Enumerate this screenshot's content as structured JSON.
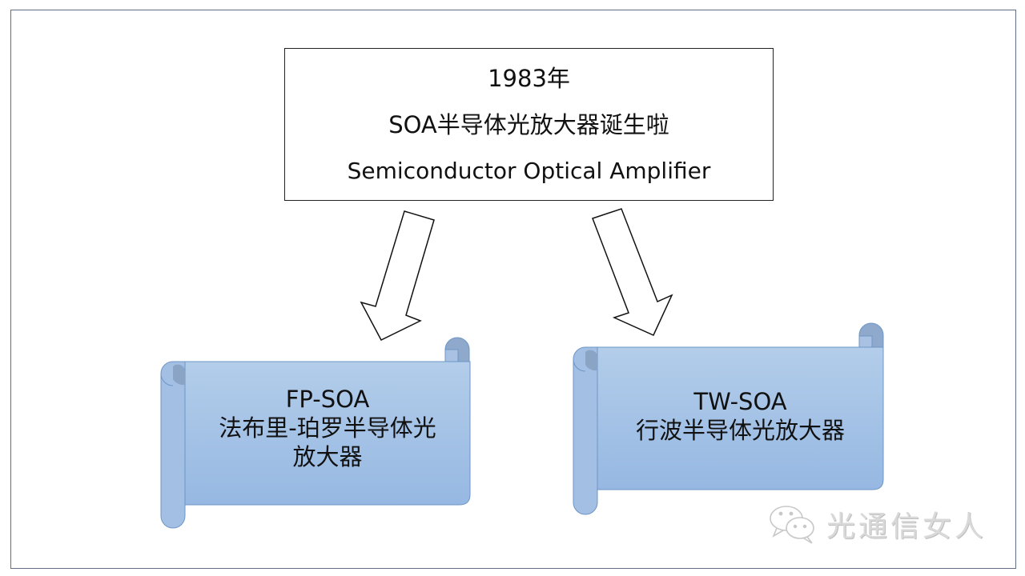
{
  "title_box": {
    "year": "1983年",
    "headline": "SOA半导体光放大器诞生啦",
    "english": "Semiconductor Optical Amplifier"
  },
  "branches": [
    {
      "abbr": "FP-SOA",
      "name_line1": "法布里-珀罗半导体光",
      "name_line2": "放大器"
    },
    {
      "abbr": "TW-SOA",
      "name_line1": "行波半导体光放大器"
    }
  ],
  "watermark": {
    "icon": "wechat-icon",
    "text": "光通信女人"
  },
  "colors": {
    "scroll_fill": "#a8c4e6",
    "scroll_stroke": "#6e95c5",
    "scroll_curl": "#8aa6c8",
    "frame": "#5f7085",
    "arrow_stroke": "#111111"
  }
}
